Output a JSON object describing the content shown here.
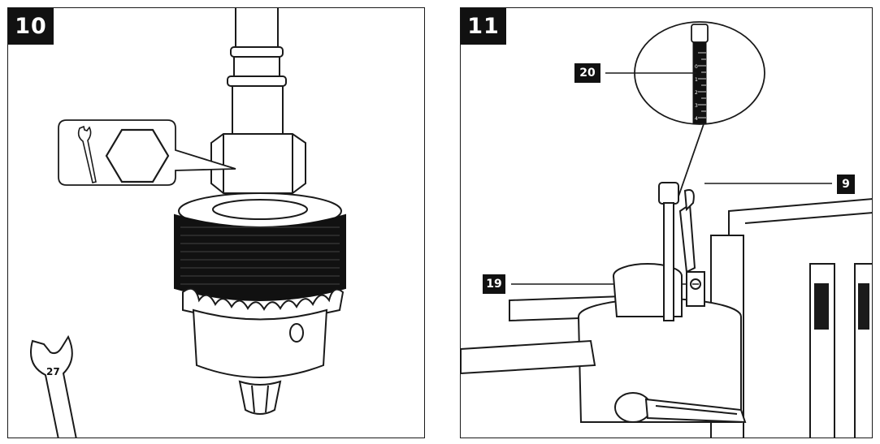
{
  "panels": [
    {
      "number": "10",
      "wrench_size": "27"
    },
    {
      "number": "11",
      "callouts": [
        "20",
        "9",
        "19"
      ],
      "scale_marks": [
        "0",
        "1",
        "2",
        "3",
        "4"
      ]
    }
  ],
  "colors": {
    "line": "#1a1a1a",
    "fill": "#ffffff",
    "label_bg": "#111111",
    "label_text": "#ffffff"
  },
  "icons": [
    "open-end-wrench-icon",
    "hexagon-nut-icon"
  ]
}
